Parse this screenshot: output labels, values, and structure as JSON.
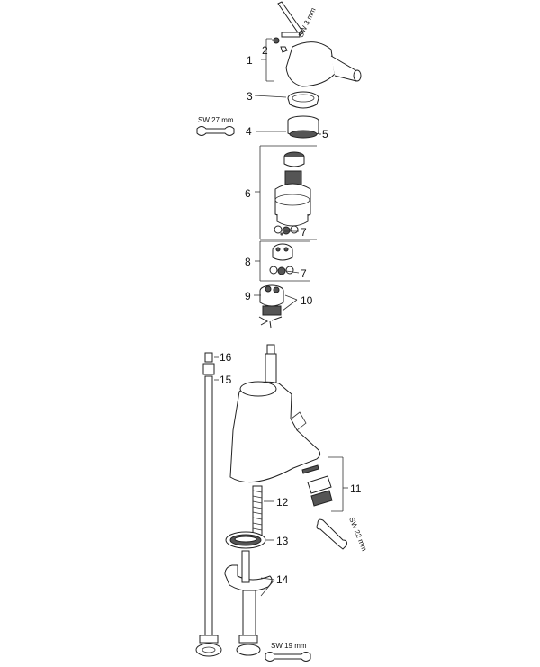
{
  "labels": {
    "p1": "1",
    "p2": "2",
    "p3": "3",
    "p4": "4",
    "p5": "5",
    "p6": "6",
    "p7a": "7",
    "p7b": "7",
    "p8": "8",
    "p9": "9",
    "p10": "10",
    "p11": "11",
    "p12": "12",
    "p13": "13",
    "p14": "14",
    "p15": "15",
    "p16": "16"
  },
  "tools": {
    "hex_key": "SW 3 mm",
    "wrench_top": "SW 27 mm",
    "wrench_aerator": "SW 22 mm",
    "wrench_bottom": "SW 19 mm"
  }
}
